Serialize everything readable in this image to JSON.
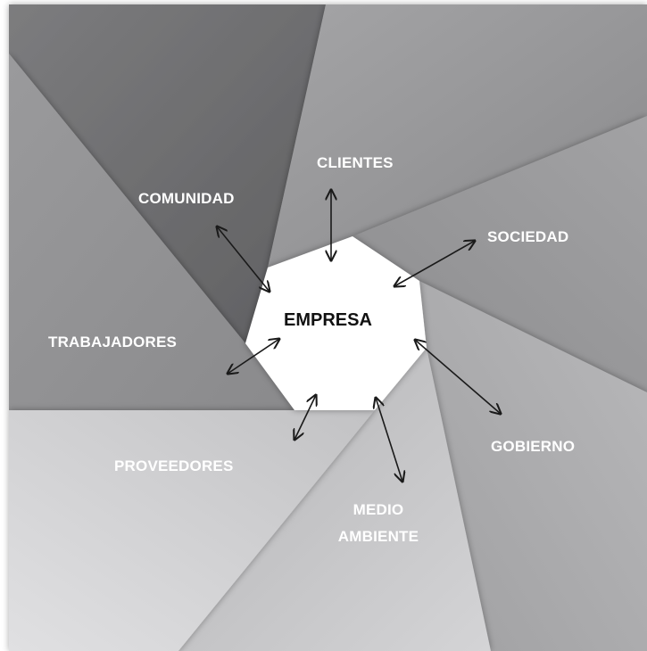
{
  "diagram": {
    "center": "EMPRESA",
    "stakeholders": {
      "clientes": "CLIENTES",
      "comunidad": "COMUNIDAD",
      "sociedad": "SOCIEDAD",
      "trabajadores": "TRABAJADORES",
      "gobierno": "GOBIERNO",
      "proveedores": "PROVEEDORES",
      "medio_ambiente_line1": "MEDIO",
      "medio_ambiente_line2": "AMBIENTE"
    }
  },
  "colors": {
    "center_fill": "#ffffff",
    "center_text": "#111111",
    "label_text": "#ffffff",
    "arrow": "#1a1a1a",
    "segment_dark": "#6f6f71",
    "segment_light": "#d9d9db"
  }
}
